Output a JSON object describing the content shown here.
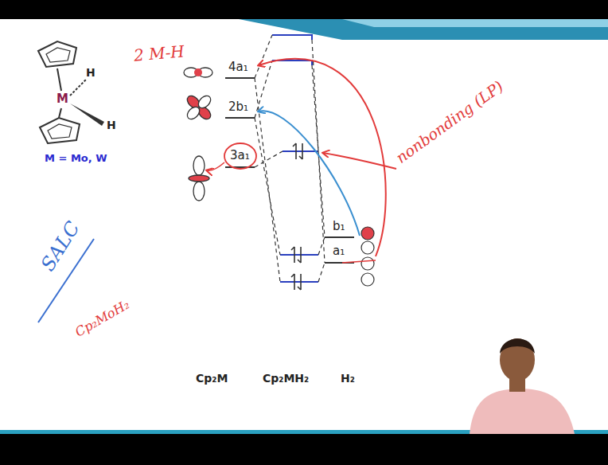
{
  "diagram": {
    "labels": [
      "2 M-H",
      "H",
      "M",
      "H",
      "M = Mo, W",
      "4a₁",
      "2b₁",
      "3a₁",
      "nonbonding (LP)",
      "b₁",
      "a₁",
      "SALC",
      "Cp₂MoH₂",
      "Cp₂M",
      "Cp₂MH₂",
      "H₂"
    ]
  }
}
